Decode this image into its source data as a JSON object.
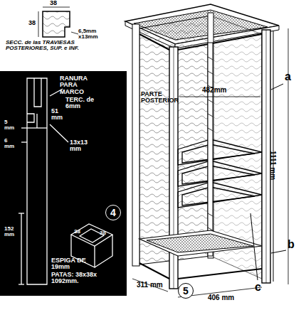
{
  "diagram": {
    "nodes": [
      {
        "text": [
          "4"
        ]
      },
      {
        "text": [
          "5"
        ]
      }
    ],
    "labels": [
      "38",
      "38",
      "6,5mm x13mm",
      "SECC. de las TRAVIESAS POSTERIORES, SUP. e INF.",
      "RANURA PARA MARCO",
      "TERC. de 6mm",
      "51 mm",
      "5 mm",
      "6 mm",
      "13x13 mm",
      "38",
      "38",
      "ESPIGA DE 19mm",
      "152 mm",
      "PATAS: 38x38x 1092mm.",
      "PARTE POSTERIOR",
      "482mm",
      "a",
      "1111 mm",
      "b",
      "c",
      "311 mm",
      "406 mm"
    ]
  }
}
